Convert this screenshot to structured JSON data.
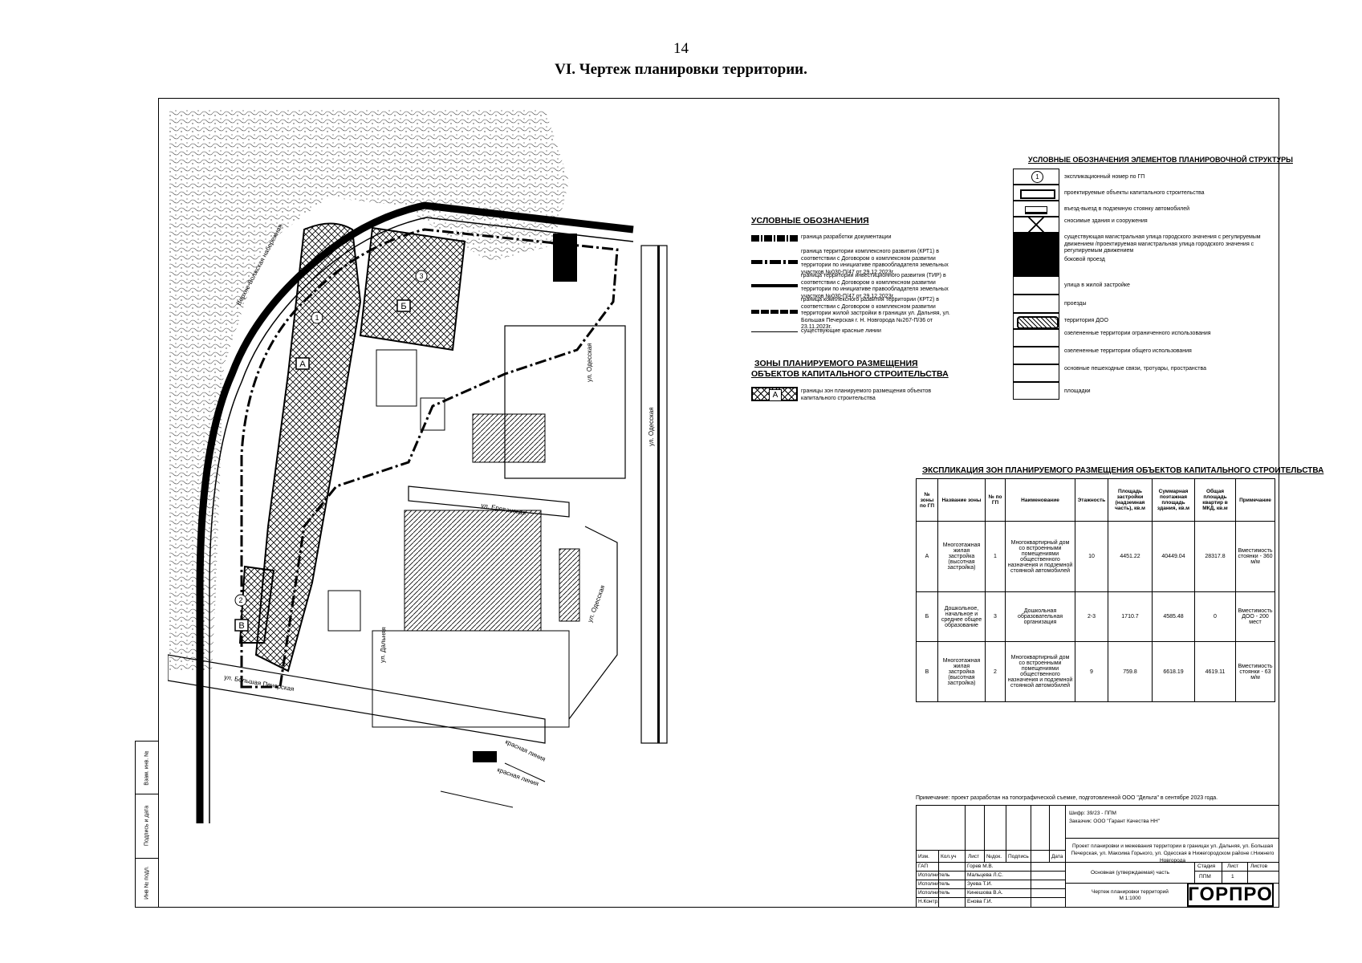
{
  "page": {
    "number": "14",
    "title": "VI.    Чертеж планировки территории."
  },
  "map_labels": {
    "zone_a": "А",
    "zone_b": "Б",
    "zone_v": "В",
    "gp1": "1",
    "gp2": "2",
    "gp3": "3",
    "street_verkhnevolzhskaya": "Верхне-Волжская набережная",
    "street_odesskaya_1": "ул. Одесская",
    "street_odesskaya_2": "ул. Одесская",
    "street_odesskaya_3": "ул. Одесская",
    "street_erevanskaya": "ул. Ереванская",
    "street_bolshaya_pech": "ул. Большая Печерская",
    "street_dalnyaya": "ул. Дальняя",
    "red_line_1": "красная линия",
    "red_line_2": "красная линия"
  },
  "legend_main": {
    "title": "УСЛОВНЫЕ ОБОЗНАЧЕНИЯ",
    "items": [
      "граница разработки документации",
      "граница территории комплексного развития (КРТ1) в соответствии с Договором о комплексном развитии территории по инициативе правообладателя земельных участков №030-П/47 от 29.12.2023г.",
      "граница территории инвестиционного развития (ТИР) в соответствии с Договором о комплексном развитии территории по инициативе правообладателя земельных участков №030-П/47 от 29.12.2023г.",
      "граница комплексного развития территории (КРТ2) в соответствии с Договором о комплексном развитии территории жилой застройки в границах ул. Дальняя, ул. Большая Печерская г. Н. Новгорода №267-П/36 от 23.11.2023г.",
      "существующие красные линии"
    ]
  },
  "legend_zones": {
    "title_1": "ЗОНЫ ПЛАНИРУЕМОГО РАЗМЕЩЕНИЯ",
    "title_2": "ОБЪЕКТОВ КАПИТАЛЬНОГО СТРОИТЕЛЬСТВА",
    "sample_letter": "А",
    "item": "границы зон планируемого размещения объектов капитального строительства"
  },
  "legend_structure": {
    "title": "УСЛОВНЫЕ ОБОЗНАЧЕНИЯ ЭЛЕМЕНТОВ ПЛАНИРОВОЧНОЙ СТРУКТУРЫ",
    "symbol_number": "1",
    "items": [
      "экспликационный номер по ГП",
      "проектируемые объекты капитального строительства",
      "въезд-выезд в подземную стоянку автомобилей",
      "сносимые здания и сооружения",
      "существующая магистральная улица городского значения с регулируемым движением /проектируемая магистральная улица городского значения с регулируемым движением",
      "боковой проезд",
      "улица в жилой застройке",
      "проезды",
      "территория ДОО",
      "озелененные территории ограниченного использования",
      "озелененные территории общего использования",
      "основные пешеходные связи, тротуары, пространства",
      "площадки"
    ]
  },
  "explication": {
    "title": "ЭКСПЛИКАЦИЯ ЗОН ПЛАНИРУЕМОГО РАЗМЕЩЕНИЯ ОБЪЕКТОВ КАПИТАЛЬНОГО СТРОИТЕЛЬСТВА",
    "headers": [
      "№ зоны по ГП",
      "Название зоны",
      "№ по ГП",
      "Наименование",
      "Этажность",
      "Площадь застройки (надземная часть), кв.м",
      "Суммарная поэтажная площадь здания, кв.м",
      "Общая площадь квартир в МКД, кв.м",
      "Примечание"
    ],
    "rows": [
      [
        "А",
        "Многоэтажная жилая застройка (высотная застройка)",
        "1",
        "Многоквартирный дом со встроенными помещениями общественного назначения и подземной стоянкой автомобилей",
        "10",
        "4451.22",
        "40449.04",
        "28317.8",
        "Вместимость стоянки - 360 м/м"
      ],
      [
        "Б",
        "Дошкольное, начальное и среднее общее образование",
        "3",
        "Дошкольная образовательная организация",
        "2-3",
        "1710.7",
        "4585.48",
        "0",
        "Вместимость ДОО - 200 мест"
      ],
      [
        "В",
        "Многоэтажная жилая застройка (высотная застройка)",
        "2",
        "Многоквартирный дом со встроенными помещениями общественного назначения и подземной стоянкой автомобилей",
        "9",
        "759.8",
        "6618.19",
        "4619.11",
        "Вместимость стоянки - 63 м/м"
      ]
    ]
  },
  "note": "Примечание: проект разработан на топографической съемке, подготовленной ООО \"Дельта\" в сентябре 2023 года.",
  "title_block": {
    "code": "Шифр: 39/23 - ППМ",
    "customer": "Заказчик: ООО \"Гарант Качества НН\"",
    "project": "Проект планировки и межевания территории в границах ул. Дальняя, ул. Большая Печерская, ул. Максима Горького, ул. Одесская в Нижегородском районе г.Нижнего Новгорода",
    "col_headers": [
      "Изм.",
      "Кол.уч",
      "Лист",
      "№док.",
      "Подпись",
      "Дата"
    ],
    "people": [
      [
        "ГАП",
        "Горев М.В."
      ],
      [
        "Исполнитель",
        "Мальцева Л.С."
      ],
      [
        "Исполнитель",
        "Зуева Т.И."
      ],
      [
        "Исполнитель",
        "Кинешова В.А."
      ],
      [
        "Н.Контр.",
        "Енова Г.И."
      ]
    ],
    "part": "Основная (утверждаемая) часть",
    "stage_label": "Стадия",
    "sheet_label": "Лист",
    "sheets_label": "Листов",
    "stage": "ППМ",
    "sheet": "1",
    "sheets": "",
    "drawing": "Чертеж планировки территорий",
    "scale": "М 1:1000",
    "logo": "ГОРПРО"
  },
  "side_stamp": [
    "Взам. инв. №",
    "Подпись и дата",
    "Инв № подл."
  ]
}
